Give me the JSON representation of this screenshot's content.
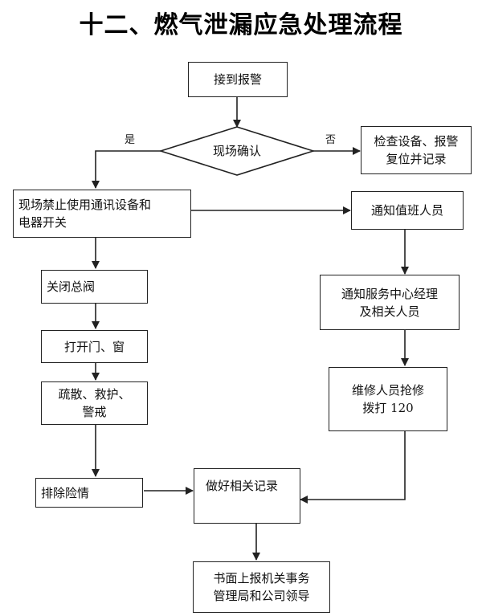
{
  "title": "十二、燃气泄漏应急处理流程",
  "nodes": {
    "receive_alarm": "接到报警",
    "site_confirm": "现场确认",
    "check_reset": "检查设备、报警\n复位并记录",
    "prohibit_devices": "现场禁止使用通讯设备和\n电器开关",
    "notify_duty": "通知值班人员",
    "close_valve": "关闭总阀",
    "notify_manager": "通知服务中心经理\n及相关人员",
    "open_windows": "打开门、窗",
    "repair_call": "维修人员抢修\n拨打 120",
    "evacuate": "疏散、救护、\n警戒",
    "eliminate_danger": "排除险情",
    "make_records": "做好相关记录",
    "written_report": "书面上报机关事务\n管理局和公司领导"
  },
  "labels": {
    "yes": "是",
    "no": "否"
  },
  "colors": {
    "line": "#222222",
    "box_border": "#222222",
    "background": "#ffffff"
  }
}
